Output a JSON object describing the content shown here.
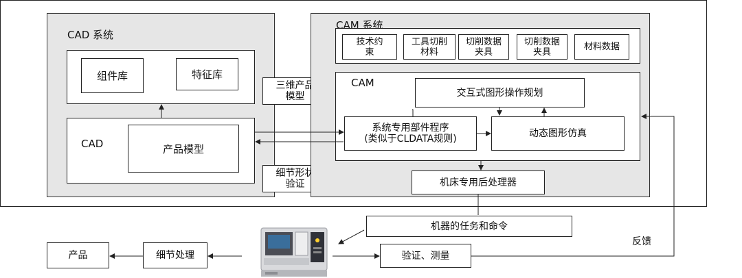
{
  "cad_system": {
    "title": "CAD 系统",
    "library_components": "组件库",
    "library_features": "特征库",
    "cad_label": "CAD",
    "product_model": "产品模型"
  },
  "middle": {
    "model_3d": "三维产品模型",
    "detail_verify": "细节形状验证"
  },
  "cam_system": {
    "title": "CAM 系统",
    "db_items": [
      "技术约束",
      "工具切削材料",
      "切削数据夹具",
      "切削数据夹具",
      "材料数据"
    ],
    "cam_label": "CAM",
    "interactive_planning": "交互式图形操作规划",
    "part_program": "系统专用部件程序",
    "part_program_note": "(类似于CLDATA规则)",
    "dynamic_sim": "动态图形仿真",
    "post_processor": "机床专用后处理器"
  },
  "bottom": {
    "machine_commands": "机器的任务和命令",
    "verify_measure": "验证、测量",
    "feedback": "反馈",
    "detail_processing": "细节处理",
    "product": "产品",
    "machine_icon": "cnc-machine-icon"
  }
}
